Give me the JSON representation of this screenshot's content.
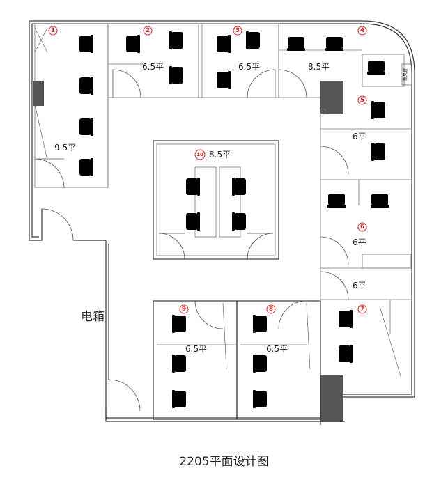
{
  "title": "2205平面设计图",
  "electric_box_label": "电箱",
  "side_label": "新风管",
  "rooms": [
    {
      "id": "r1",
      "number": "1",
      "area": "9.5平"
    },
    {
      "id": "r2",
      "number": "2",
      "area": "6.5平"
    },
    {
      "id": "r3",
      "number": "3",
      "area": "6.5平"
    },
    {
      "id": "r4",
      "number": "4",
      "area": "8.5平"
    },
    {
      "id": "r5",
      "number": "5",
      "area": "6平"
    },
    {
      "id": "r6",
      "number": "6",
      "area": "6平"
    },
    {
      "id": "r7",
      "number": "7",
      "area": "6平"
    },
    {
      "id": "r8",
      "number": "8",
      "area": "6.5平"
    },
    {
      "id": "r9",
      "number": "9",
      "area": "6.5平"
    },
    {
      "id": "r10",
      "number": "10",
      "area": "8.5平"
    }
  ],
  "colors": {
    "wall": "#3a3a3a",
    "pillar": "#555555",
    "room_number": "#d42a2a"
  }
}
